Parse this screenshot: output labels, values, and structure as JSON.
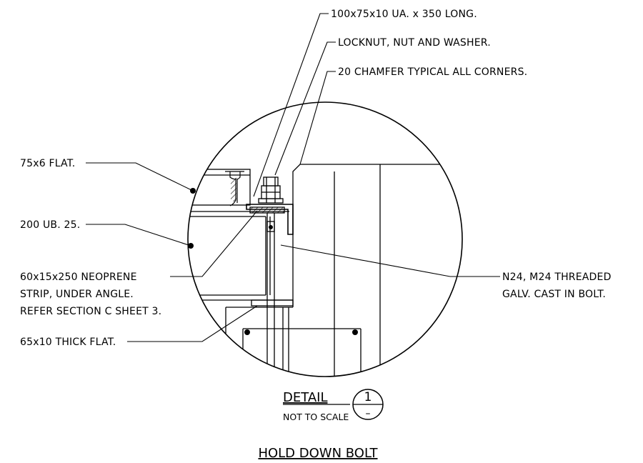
{
  "callouts": {
    "angle": "100x75x10 UA. x 350 LONG.",
    "locknut": "LOCKNUT, NUT AND WASHER.",
    "chamfer": "20 CHAMFER TYPICAL ALL CORNERS.",
    "flat": "75x6 FLAT.",
    "ub": "200 UB. 25.",
    "neoprene_1": "60x15x250 NEOPRENE",
    "neoprene_2": "STRIP, UNDER ANGLE.",
    "neoprene_3": "REFER SECTION C SHEET 3.",
    "thick_flat": "65x10 THICK FLAT.",
    "bolt_1": "N24, M24 THREADED",
    "bolt_2": "GALV. CAST IN BOLT."
  },
  "detail": {
    "title": "DETAIL",
    "scale": "NOT TO SCALE",
    "number": "1",
    "sheet": "–"
  },
  "heading": "HOLD DOWN BOLT"
}
